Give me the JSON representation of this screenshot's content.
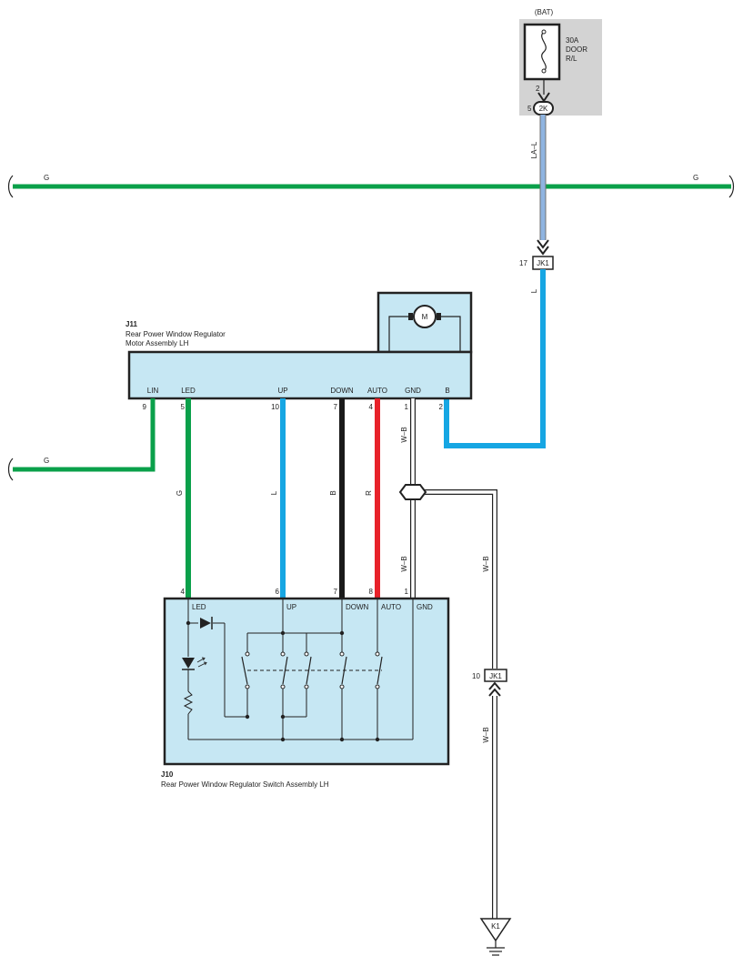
{
  "colors": {
    "green": "#0aa04a",
    "blue": "#16a6e3",
    "light_blue": "#8fb4e0",
    "black": "#1a1a1a",
    "red": "#e8222a",
    "box_fill": "#c6e7f3",
    "fuse_bg": "#d3d3d3",
    "line": "#222222"
  },
  "fuse": {
    "supply": "(BAT)",
    "rating": "30A",
    "name_line1": "DOOR",
    "name_line2": "R/L",
    "pin": "2",
    "connector": "2K",
    "connector_pin": "5"
  },
  "wires": {
    "la_l": "LA–L",
    "g_left": "G",
    "g_right": "G",
    "g_lower": "G",
    "l_jk1": "L",
    "w_b_top": "W–B",
    "w_b_mid": "W–B",
    "w_b_right": "W–B",
    "w_b_bottom": "W–B",
    "wire_g": "G",
    "wire_l": "L",
    "wire_b": "B",
    "wire_r": "R"
  },
  "junctions": {
    "jk1_top_pin": "17",
    "jk1_top": "JK1",
    "jk1_bottom_pin": "10",
    "jk1_bottom": "JK1",
    "ground": "K1"
  },
  "j11": {
    "id": "J11",
    "name_line1": "Rear Power Window Regulator",
    "name_line2": "Motor Assembly LH",
    "motor": "M",
    "pins": [
      {
        "label": "LIN",
        "num": "9"
      },
      {
        "label": "LED",
        "num": "5"
      },
      {
        "label": "UP",
        "num": "10"
      },
      {
        "label": "DOWN",
        "num": "7"
      },
      {
        "label": "AUTO",
        "num": "4"
      },
      {
        "label": "GND",
        "num": "1"
      },
      {
        "label": "B",
        "num": "2"
      }
    ]
  },
  "j10": {
    "id": "J10",
    "name": "Rear Power Window Regulator Switch Assembly LH",
    "pins": [
      {
        "label": "LED",
        "num": "4"
      },
      {
        "label": "UP",
        "num": "6"
      },
      {
        "label": "DOWN",
        "num": "7"
      },
      {
        "label": "AUTO",
        "num": "8"
      },
      {
        "label": "GND",
        "num": "1"
      }
    ]
  }
}
